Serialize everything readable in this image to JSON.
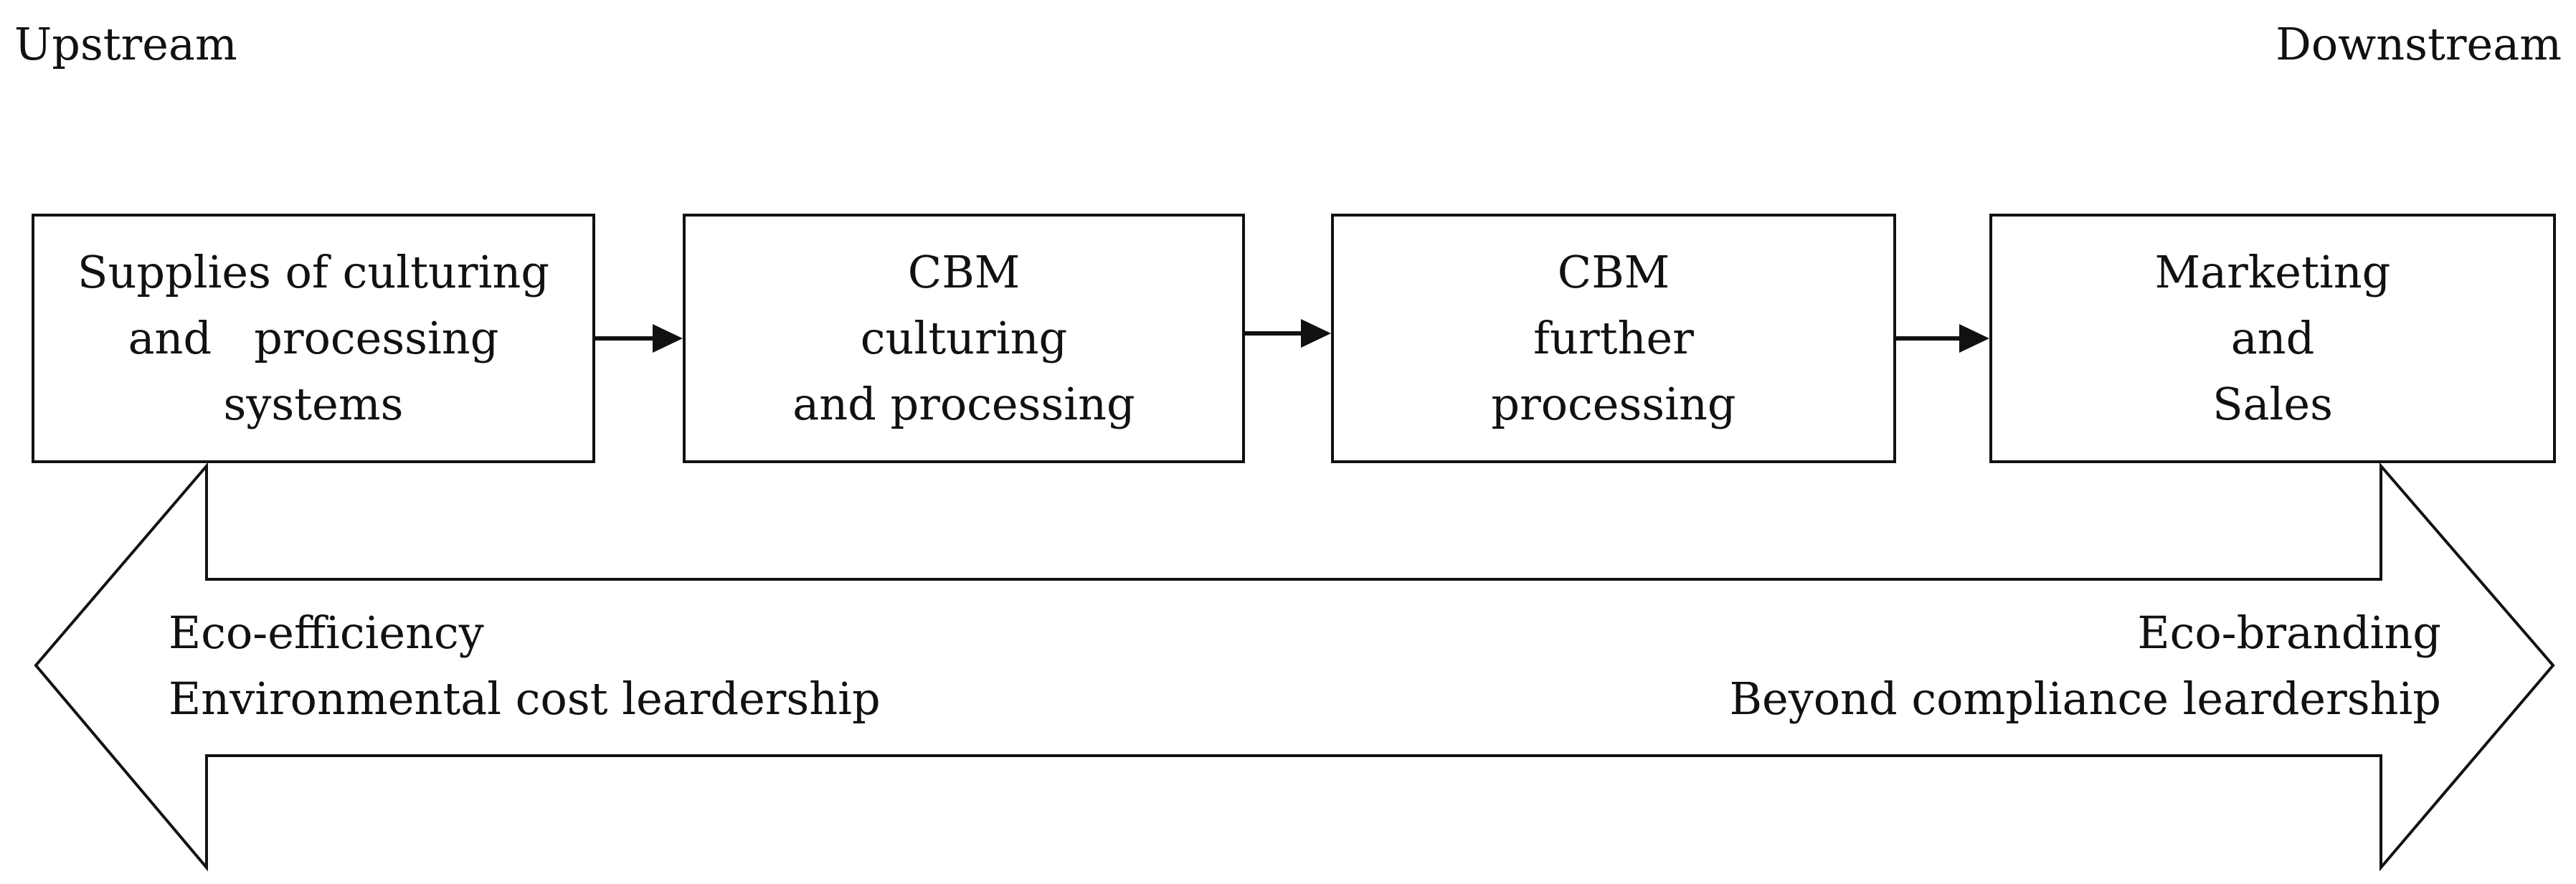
{
  "header": {
    "upstream_label": "Upstream",
    "downstream_label": "Downstream"
  },
  "stages": [
    {
      "lines": [
        "Supplies of culturing",
        "and   processing",
        "systems"
      ]
    },
    {
      "lines": [
        "CBM",
        "culturing",
        "and processing"
      ]
    },
    {
      "lines": [
        "CBM",
        "further",
        "processing"
      ]
    },
    {
      "lines": [
        "Marketing",
        "and",
        "Sales"
      ]
    }
  ],
  "double_arrow": {
    "left_lines": [
      "Eco-efficiency",
      "Environmental cost leardership"
    ],
    "right_lines": [
      "Eco-branding",
      "Beyond compliance leardership"
    ]
  },
  "colors": {
    "line": "#111111",
    "background": "#ffffff"
  }
}
